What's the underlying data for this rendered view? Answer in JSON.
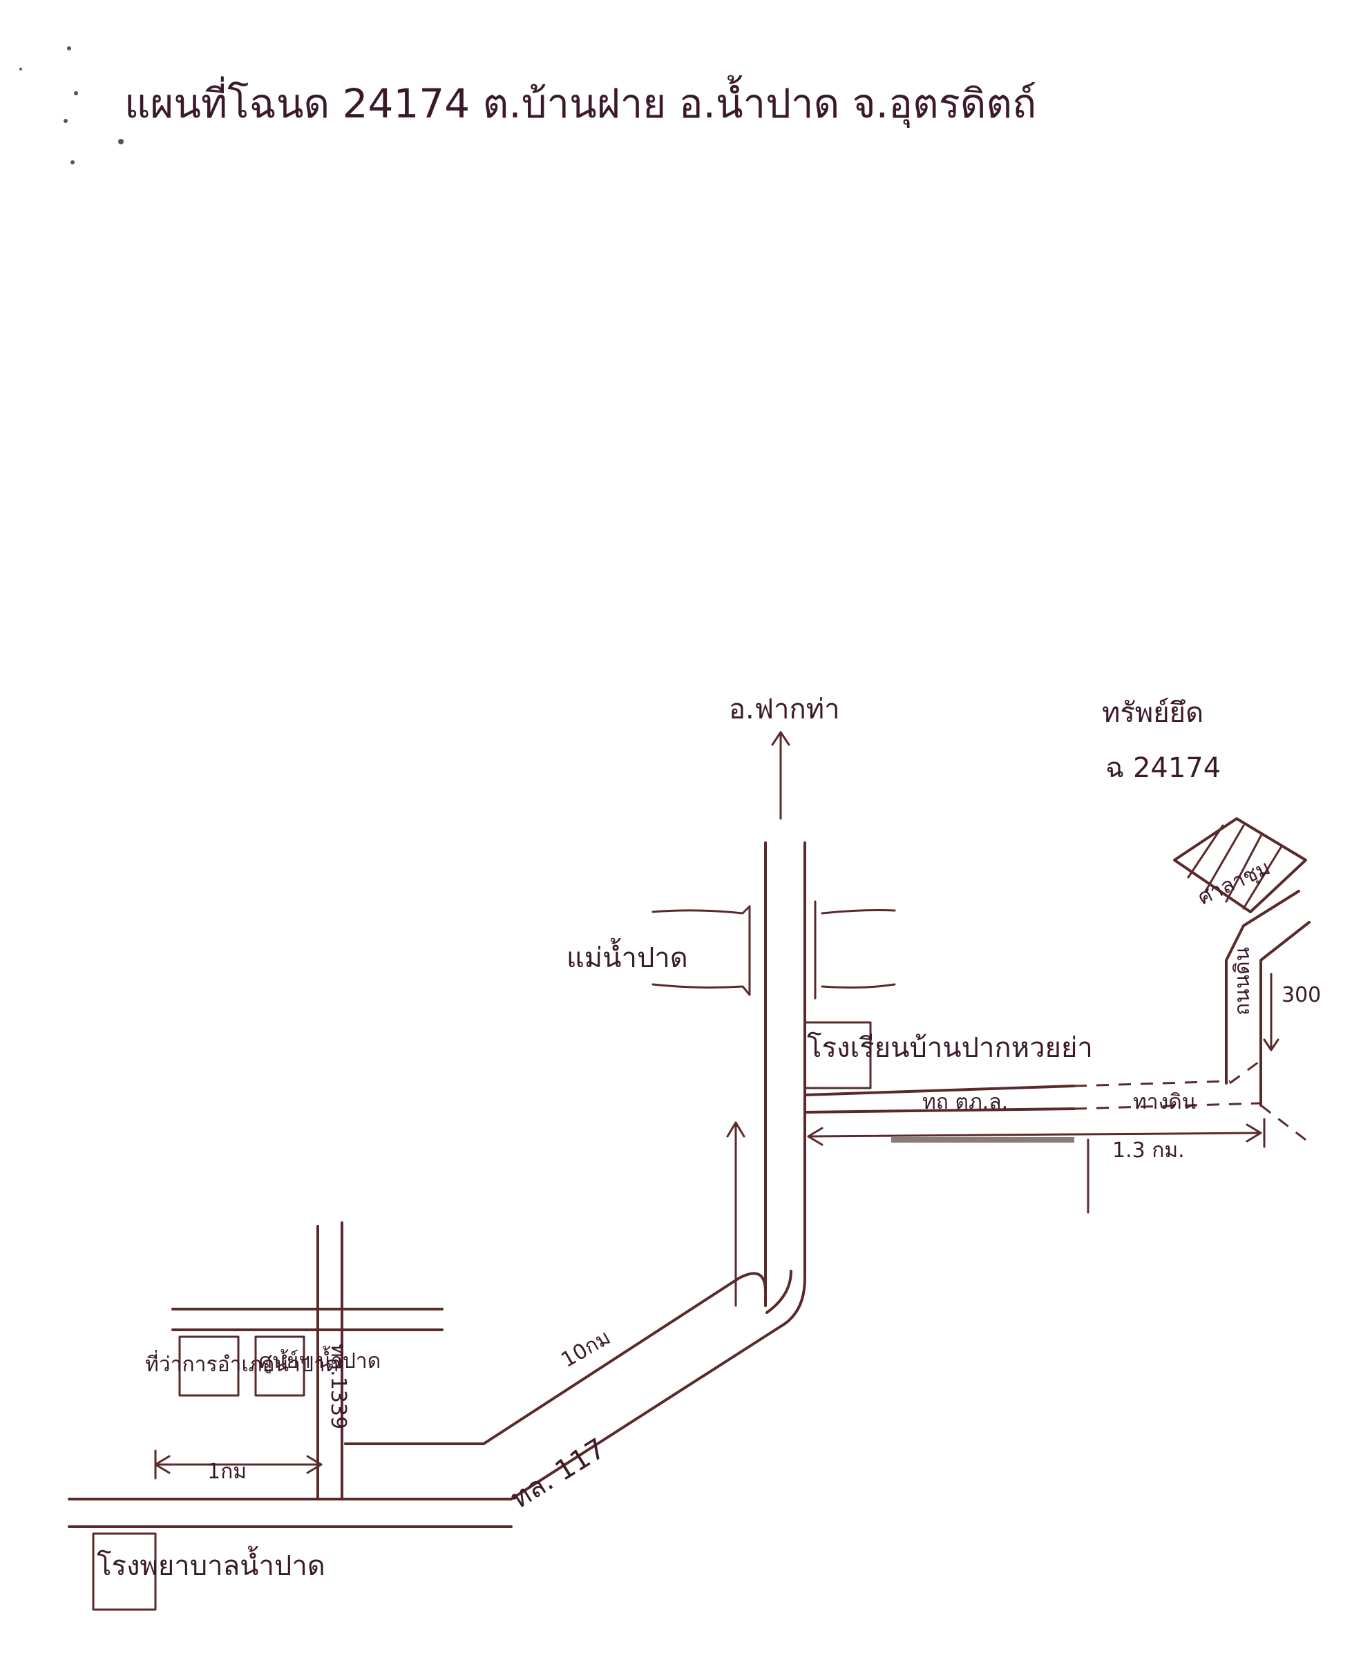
{
  "title": {
    "text": "แผนที่โฉนด 24174 ต.บ้านฝาย อ.น้ำปาด จ.อุตรดิตถ์"
  },
  "destination": {
    "label": "อ.ฟากท่า"
  },
  "parcel": {
    "name": "ทรัพย์ยึด",
    "deed": "ฉ 24174"
  },
  "river": {
    "label": "แม่น้ำปาด"
  },
  "school": {
    "label": "โรงเรียนบ้านปากหวยย่า"
  },
  "roads": {
    "local_road": "ทถ ตภ.ล.",
    "second_road": "ทางดิน",
    "dirt_road_vertical": "ถนนดิน",
    "main_hwy": "ทล. 117",
    "cross_hwy": "ทล.1339"
  },
  "distances": {
    "d_1_3km": "1.3 กม.",
    "d_10km": "10กม",
    "d_1km": "1กม",
    "d_300": "300"
  },
  "buildings": {
    "district_office": "ที่ว่าการอำเภอน้ำปาด",
    "center": "ศูนย์ฯ น้ำปาด",
    "hospital": "โรงพยาบาลน้ำปาด",
    "house": "ศาลาชุม"
  }
}
